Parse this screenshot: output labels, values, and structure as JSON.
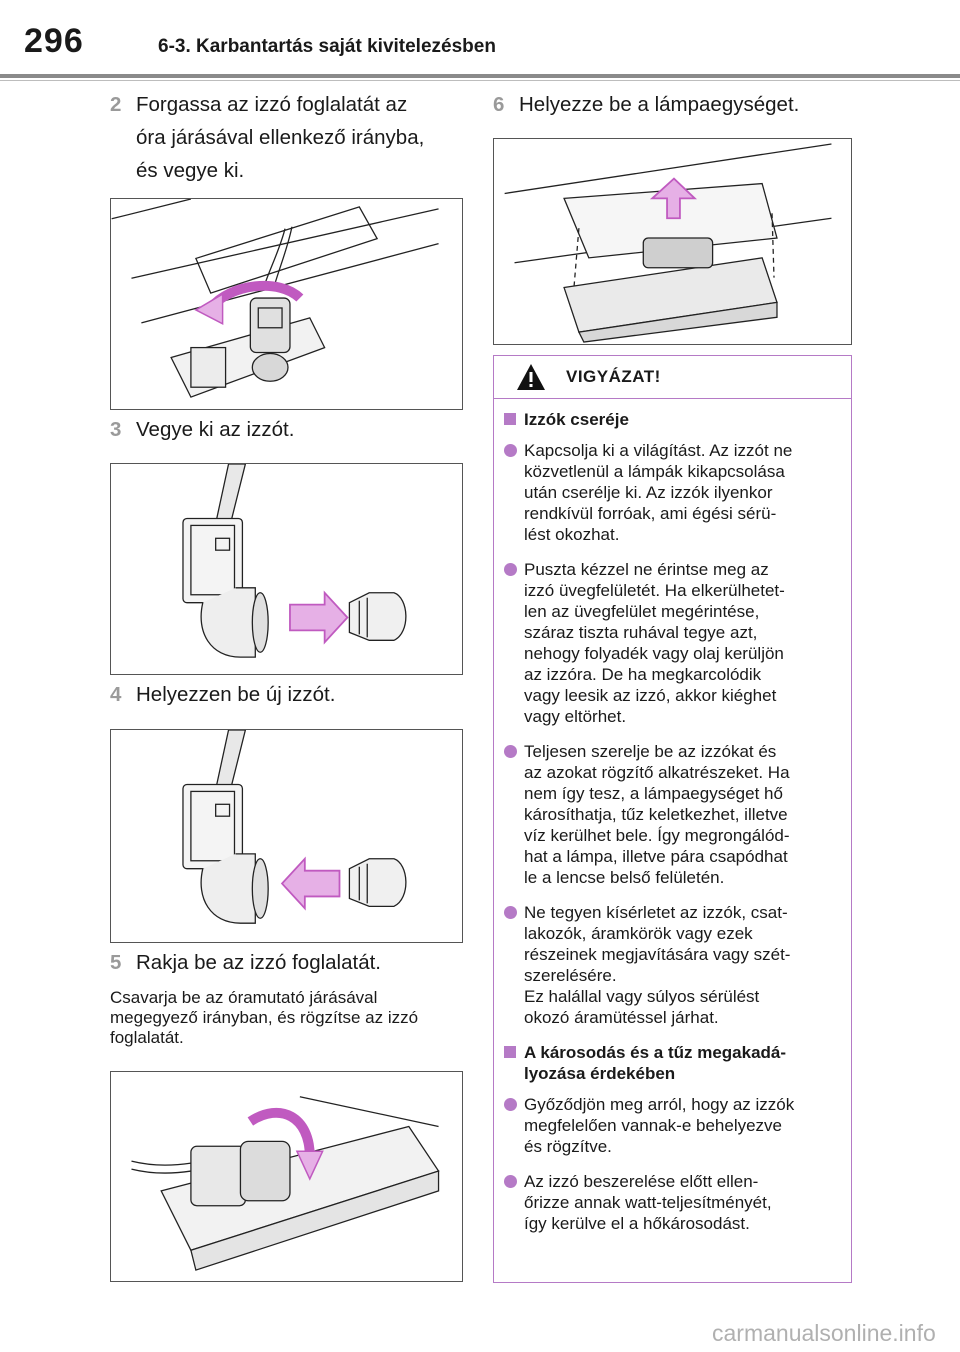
{
  "header": {
    "page_number": "296",
    "section": "6-3. Karbantartás saját kivitelezésben"
  },
  "steps": [
    {
      "number": "2",
      "text": "Forgassa az izzó foglalatát az\nóra járásával ellenkező irányba,\nés vegye ki."
    },
    {
      "number": "3",
      "text": "Vegye ki az izzót."
    },
    {
      "number": "4",
      "text": "Helyezzen be új izzót."
    },
    {
      "number": "5",
      "text": "Rakja be az izzó foglalatát."
    },
    {
      "number": "6",
      "text": "Helyezze be a lámpaegységet."
    }
  ],
  "step5_note": "Csavarja be az óramutató járásával megegyező irányban, és rögzítse az izzó foglalatát.",
  "warning": {
    "title": "VIGYÁZAT!",
    "icon": "warning-triangle-icon",
    "accent_color": "#b57ac6",
    "sections": [
      {
        "heading": "Izzók cseréje",
        "items": [
          "Kapcsolja ki a világítást. Az izzót ne\nközvetlenül a lámpák kikapcsolása\nután cserélje ki. Az izzók ilyenkor\nrendkívül forróak, ami égési sérü-\nlést okozhat.",
          "Puszta kézzel ne érintse meg az\nizzó üvegfelületét. Ha elkerülhetet-\nlen az üvegfelület megérintése,\nszáraz tiszta ruhával tegye azt,\nnehogy folyadék vagy olaj kerüljön\naz izzóra. De ha megkarcolódik\nvagy leesik az izzó, akkor kiéghet\nvagy eltörhet.",
          "Teljesen szerelje be az izzókat és\naz azokat rögzítő alkatrészeket. Ha\nnem így tesz, a lámpaegységet hő\nkárosíthatja, tűz keletkezhet, illetve\nvíz kerülhet bele. Így megrongálód-\nhat a lámpa, illetve pára csapódhat\nle a lencse belső felületén.",
          "Ne tegyen kísérletet az izzók, csat-\nlakozók, áramkörök vagy ezek\nrészeinek megjavítására vagy szét-\nszerelésére.\nEz halállal vagy súlyos sérülést\nokozó áramütéssel járhat."
        ]
      },
      {
        "heading": "A károsodás és a tűz megakadá-\nlyozása érdekében",
        "items": [
          "Győződjön meg arról, hogy az izzók\nmegfelelően vannak-e behelyezve\nés rögzítve.",
          "Az izzó beszerelése előtt ellen-\nőrizze annak watt-teljesítményét,\nígy kerülve el a hőkárosodást."
        ]
      }
    ]
  },
  "watermark": "carmanualsonline.info"
}
